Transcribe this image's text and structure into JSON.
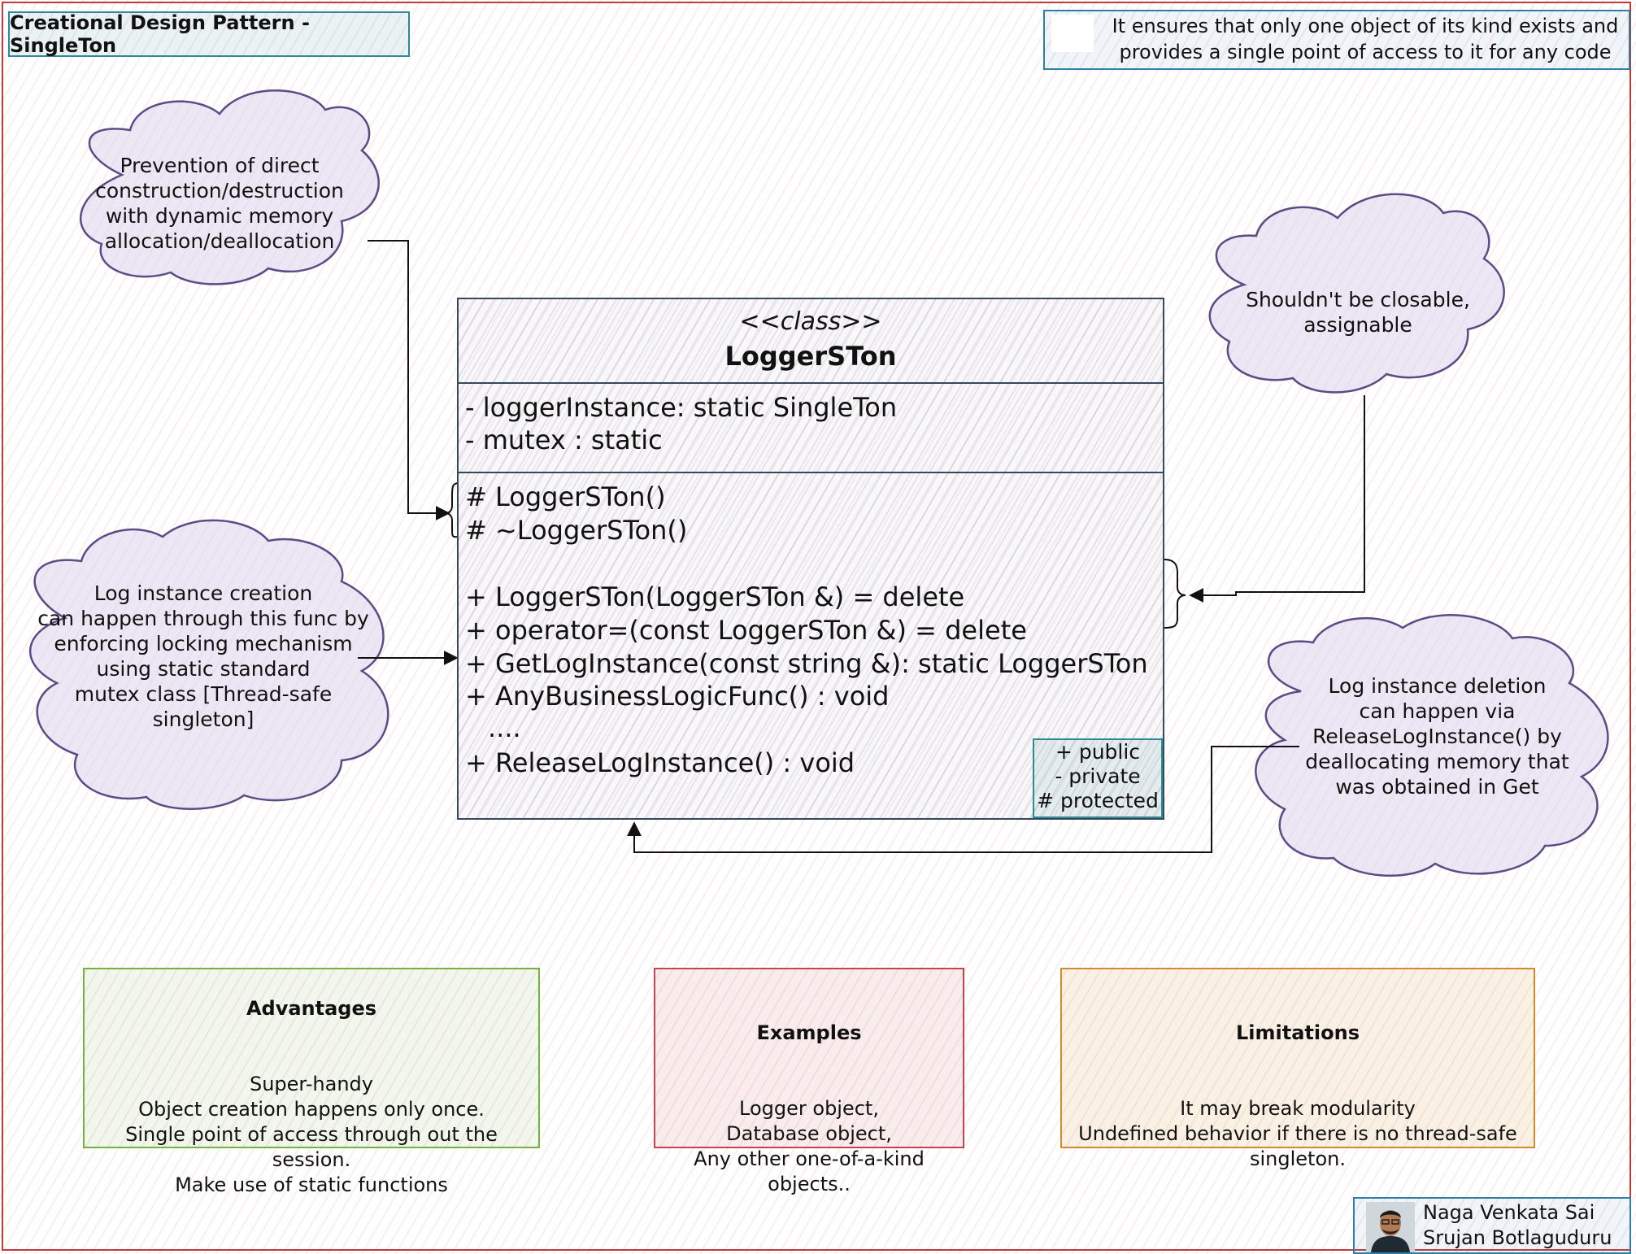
{
  "title": "Creational Design Pattern - SingleTon",
  "top_note": "It ensures that only one object of its kind exists and\nprovides a single point of access to it for any code",
  "clouds": {
    "prevention": "Prevention of direct\nconstruction/destruction\nwith dynamic memory\nallocation/deallocation",
    "closable": "Shouldn't be closable,\nassignable",
    "creation": "Log instance creation\ncan happen through this func by\nenforcing locking mechanism\nusing static standard\nmutex class [Thread-safe\nsingleton]",
    "deletion": "Log instance deletion\ncan happen via\nReleaseLogInstance() by\ndeallocating memory that\nwas obtained in Get"
  },
  "uml": {
    "stereotype": "<<class>>",
    "name": "LoggerSTon",
    "attributes": [
      "- loggerInstance: static SingleTon",
      "- mutex : static"
    ],
    "methods": [
      "# LoggerSTon()",
      "# ~LoggerSTon()",
      "+ LoggerSTon(LoggerSTon &) = delete",
      "+ operator=(const LoggerSTon &) = delete",
      "+ GetLogInstance(const string &): static LoggerSTon",
      "+ AnyBusinessLogicFunc() : void",
      "....",
      "+ ReleaseLogInstance() : void"
    ],
    "legend": "+ public\n- private\n# protected"
  },
  "panels": {
    "advantages": {
      "heading": "Advantages",
      "body": "Super-handy\nObject creation happens only once.\nSingle point of access through out the session.\nMake use of static functions"
    },
    "examples": {
      "heading": "Examples",
      "body": "Logger object,\nDatabase object,\nAny other one-of-a-kind objects.."
    },
    "limitations": {
      "heading": "Limitations",
      "body": "It may break modularity\nUndefined behavior if there is no thread-safe\nsingleton."
    }
  },
  "author": "Naga Venkata Sai\nSrujan Botlaguduru",
  "colors": {
    "frame": "#c23b3b",
    "teal": "#2d8a93",
    "cloud_stroke": "#5a4c86",
    "cloud_fill": "#dcd4ec",
    "green": "#76b041",
    "red": "#c2444f",
    "orange": "#d28a2a"
  }
}
